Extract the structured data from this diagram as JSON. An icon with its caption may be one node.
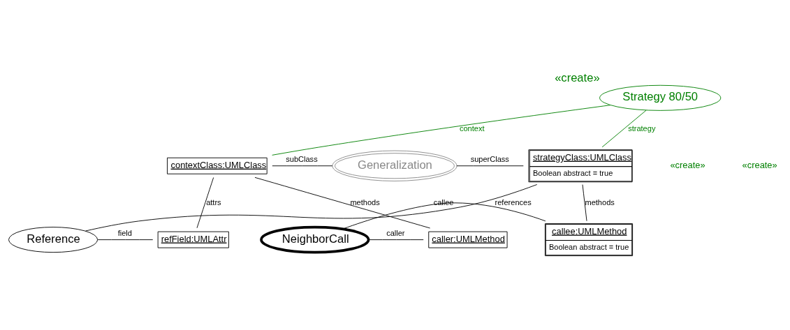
{
  "diagram": {
    "nodes": [
      {
        "text": [
          "Strategy 80/50"
        ],
        "beside": [
          "«create»"
        ]
      },
      {
        "text": [
          "contextClass:UMLClass"
        ]
      },
      {
        "text": [
          "Generalization"
        ]
      },
      {
        "text": [
          "strategyClass:UMLClass",
          "Boolean abstract = true"
        ]
      },
      {
        "text": [
          "refField:UMLAttr"
        ]
      },
      {
        "text": [
          "Reference"
        ]
      },
      {
        "text": [
          "caller:UMLMethod"
        ]
      },
      {
        "text": [
          "NeighborCall"
        ]
      },
      {
        "text": [
          "callee:UMLMethod",
          "Boolean abstract = true"
        ]
      }
    ],
    "edges": [
      {
        "from": 0,
        "to": 1,
        "arrow": "none",
        "label": "context",
        "color": "#008000"
      },
      {
        "from": 0,
        "to": 3,
        "arrow": "none",
        "label": "strategy",
        "color": "#008000"
      },
      {
        "from": 1,
        "to": 2,
        "arrow": "none",
        "label": "subClass"
      },
      {
        "from": 2,
        "to": 3,
        "arrow": "none",
        "label": "superClass"
      },
      {
        "from": 1,
        "to": 4,
        "arrow": "none",
        "label": "attrs"
      },
      {
        "from": 5,
        "to": 4,
        "arrow": "none",
        "label": "field"
      },
      {
        "from": 5,
        "to": 3,
        "arrow": "none",
        "label": "references"
      },
      {
        "from": 1,
        "to": 6,
        "arrow": "none",
        "label": "methods"
      },
      {
        "from": 3,
        "to": 8,
        "arrow": "none",
        "label": "methods"
      },
      {
        "from": 7,
        "to": 6,
        "arrow": "none",
        "label": "caller"
      },
      {
        "from": 7,
        "to": 8,
        "arrow": "none",
        "label": "callee"
      }
    ],
    "labels": [
      "«create»",
      "«create»"
    ]
  }
}
